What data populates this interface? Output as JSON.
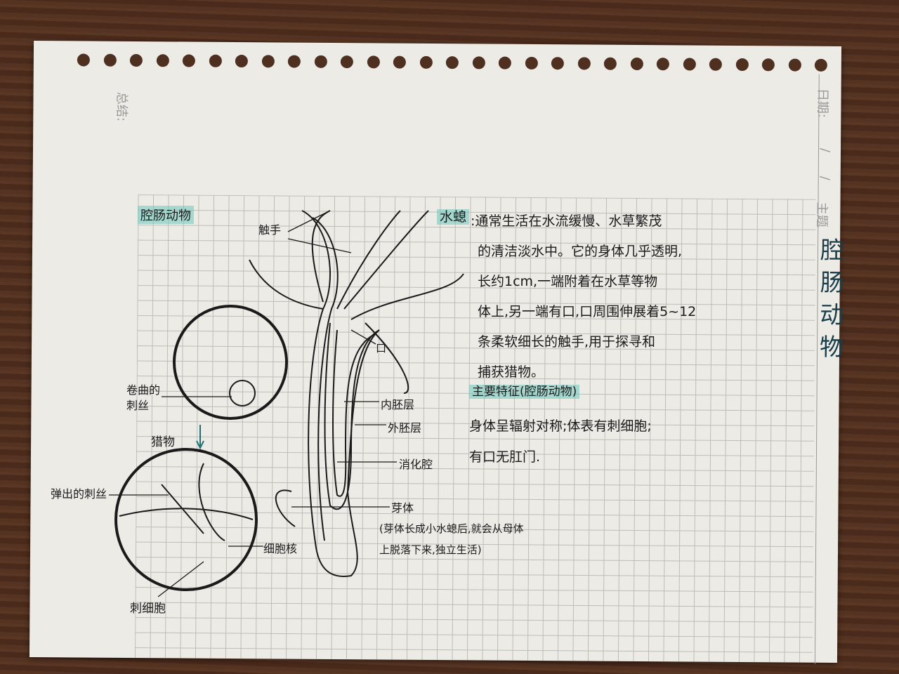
{
  "header": {
    "summary_label": "总结:",
    "date_label": "日期:",
    "date_value": "/ /",
    "topic_label": "主题",
    "topic_value": "腔肠动物"
  },
  "diagram": {
    "title": "腔肠动物",
    "labels": {
      "tentacle": "触手",
      "mouth": "口",
      "coiled_thread": "卷曲的刺丝",
      "prey": "猎物",
      "ejected_thread": "弹出的刺丝",
      "cnidocyte": "刺细胞",
      "nucleus": "细胞核",
      "endoderm": "内胚层",
      "ectoderm": "外胚层",
      "gastrovascular": "消化腔",
      "bud": "芽体",
      "bud_note": "(芽体长成小水螅后,就会从母体上脱落下来,独立生活)"
    },
    "arrow_color": "#1f6f73"
  },
  "notes": {
    "hydra_heading": "水螅",
    "hydra_lines": [
      ":通常生活在水流缓慢、水草繁茂",
      "的清洁淡水中。它的身体几乎透明,",
      "长约1cm,一端附着在水草等物",
      "体上,另一端有口,口周围伸展着5~12",
      "条柔软细长的触手,用于探寻和",
      "捕获猎物。"
    ],
    "features_heading": "主要特征(腔肠动物)",
    "features_lines": [
      "身体呈辐射对称;体表有刺细胞;",
      "有口无肛门."
    ],
    "highlight_color": "#6ec8be"
  }
}
